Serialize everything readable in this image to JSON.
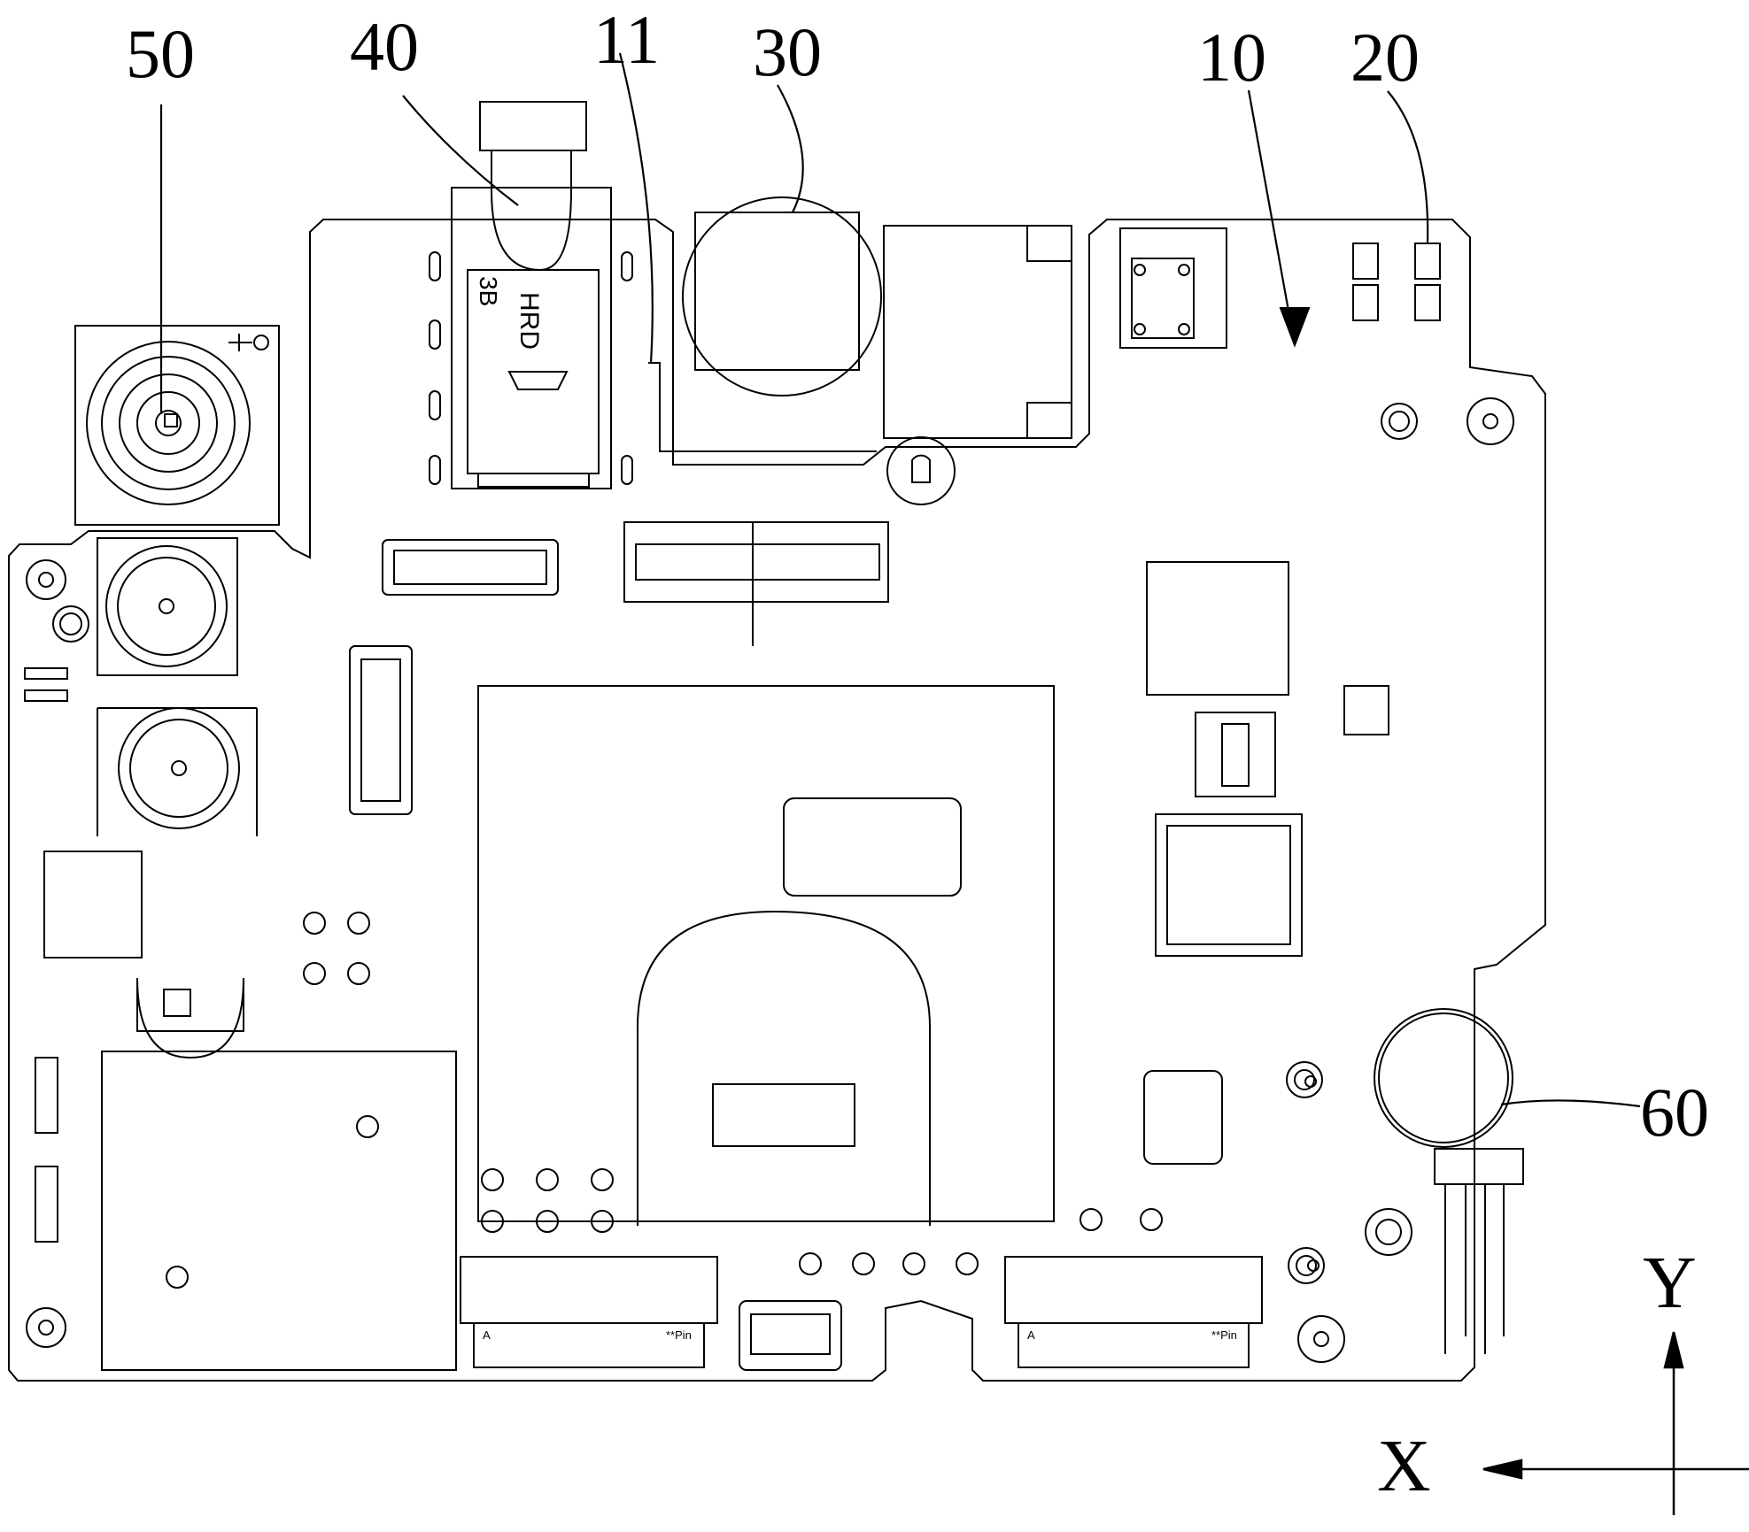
{
  "figure": {
    "labels": {
      "pcb": "10",
      "pcb_edge": "11",
      "component_20": "20",
      "component_30": "30",
      "connector_40": "40",
      "component_50": "50",
      "vibration_motor": "60"
    },
    "axes": {
      "x": "X",
      "y": "Y"
    },
    "silkscreen": {
      "hrd": "HRD",
      "three_b": "3B",
      "pin_a": "A",
      "pin_count": "**Pin"
    }
  }
}
